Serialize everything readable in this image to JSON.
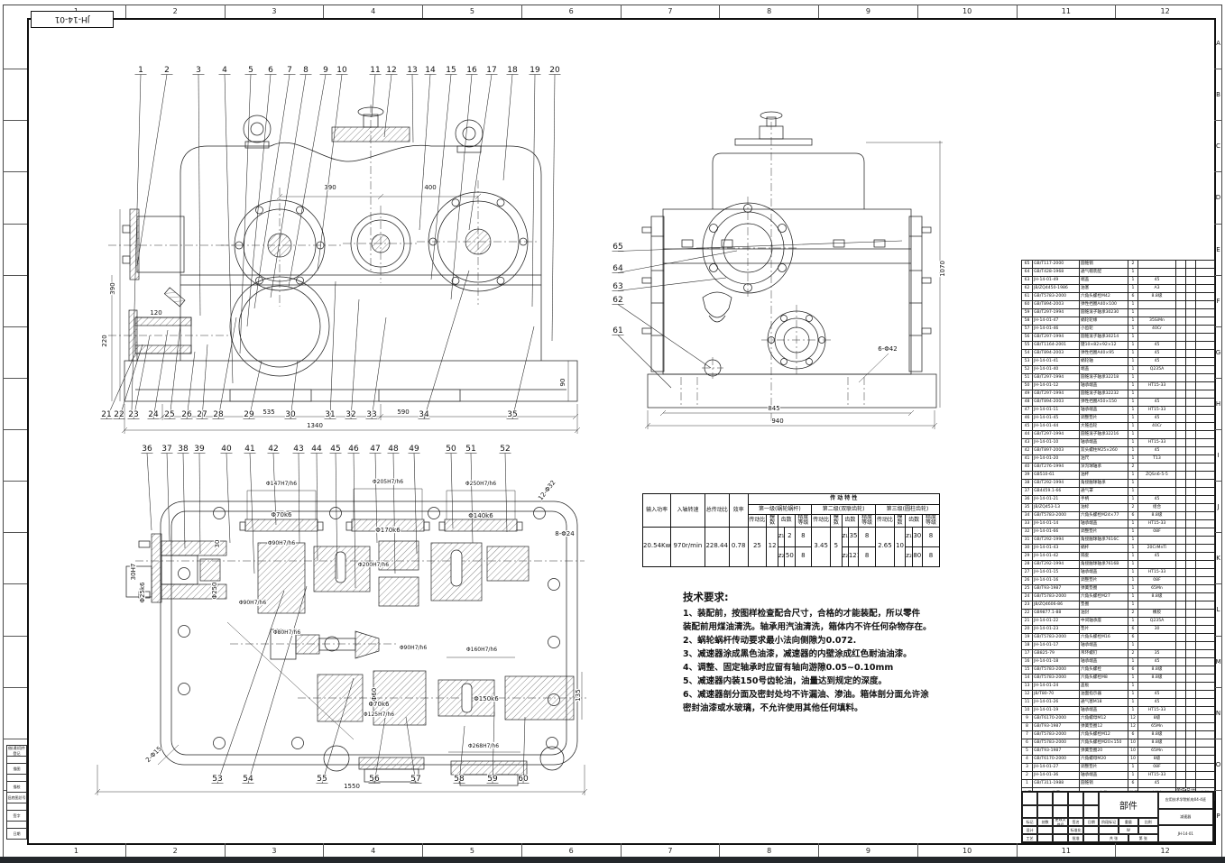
{
  "page": {
    "corner_label": "JH-14-01"
  },
  "border": {
    "columns": [
      "1",
      "2",
      "3",
      "4",
      "5",
      "6",
      "7",
      "8",
      "9",
      "10",
      "11",
      "12"
    ],
    "rows": [
      "A",
      "B",
      "C",
      "D",
      "E",
      "F",
      "G",
      "H",
      "I",
      "J",
      "K",
      "L",
      "M",
      "N",
      "O",
      "P"
    ]
  },
  "margin_blocks": [
    "借(通)用件登记",
    "描图",
    "描校",
    "旧底图总号",
    "签字",
    "日期"
  ],
  "callouts": {
    "front_top": [
      "1",
      "2",
      "3",
      "4",
      "5",
      "6",
      "7",
      "8",
      "9",
      "10",
      "11",
      "12",
      "13",
      "14",
      "15",
      "16",
      "17",
      "18",
      "19",
      "20"
    ],
    "front_bottom": [
      "21",
      "22",
      "23",
      "24",
      "25",
      "26",
      "27",
      "28",
      "29",
      "30",
      "31",
      "32",
      "33",
      "34",
      "35"
    ],
    "plan_top": [
      "36",
      "37",
      "38",
      "39",
      "40",
      "41",
      "42",
      "43",
      "44",
      "45",
      "46",
      "47",
      "48",
      "49",
      "50",
      "51",
      "52"
    ],
    "plan_bottom": [
      "53",
      "54",
      "55",
      "56",
      "57",
      "58",
      "59",
      "60"
    ],
    "side": [
      "61",
      "62",
      "63",
      "64",
      "65"
    ]
  },
  "dims": {
    "front": [
      "390",
      "400",
      "535",
      "590",
      "1340",
      "120",
      "390",
      "220",
      "90"
    ],
    "side": [
      "845",
      "940",
      "1070",
      "6-Φ42"
    ],
    "plan": [
      "Φ147H7/h6",
      "Φ205H7/h6",
      "Φ250H7/h6",
      "12-Φ32",
      "Φ70k6",
      "Φ140k6",
      "Φ170k6",
      "8-Φ24",
      "Φ90H7/h6",
      "Φ200H7/h6",
      "Φ90H7/h6",
      "Φ80H7/h6",
      "Φ90H7/h6",
      "Φ160H7/h6",
      "Φ150k6",
      "Φ125H7/h6",
      "Φ268H7/h6",
      "135",
      "2-Φ15",
      "1550",
      "30H7",
      "Φ25k6",
      "30",
      "Φ250",
      "Φ60",
      "Φ70k6"
    ]
  },
  "spec": {
    "title": "传 动 特 性",
    "main_headers": [
      "输入功率",
      "入轴转速",
      "总传动比",
      "效率"
    ],
    "main_values": [
      "20.54Kw",
      "970r/min",
      "228.44",
      "0.78"
    ],
    "col_headers": [
      "传动比",
      "模数",
      "齿数",
      "精度等级"
    ],
    "stages": [
      {
        "name": "第一级(蜗轮蜗杆)",
        "ratio": "25",
        "module": "12",
        "teeth": [
          {
            "z": "z₁",
            "n": "2",
            "grade": "8"
          },
          {
            "z": "z₂",
            "n": "50",
            "grade": "8"
          }
        ]
      },
      {
        "name": "第二级(双联齿轮)",
        "ratio": "3.45",
        "module": "5",
        "teeth": [
          {
            "z": "z₁",
            "n": "35",
            "grade": "8"
          },
          {
            "z": "z₂",
            "n": "121",
            "grade": "8"
          }
        ]
      },
      {
        "name": "第三级(圆柱齿轮)",
        "ratio": "2.65",
        "module": "10",
        "teeth": [
          {
            "z": "z₁",
            "n": "30",
            "grade": "8"
          },
          {
            "z": "z₂",
            "n": "80",
            "grade": "8"
          }
        ]
      }
    ]
  },
  "tech": {
    "title": "技术要求:",
    "lines": [
      "1、装配前，按图样检查配合尺寸，合格的才能装配，所以零件",
      "装配前用煤油清洗。轴承用汽油清洗，箱体内不许任何杂物存在。",
      "2、蜗轮蜗杆传动要求最小法向侧隙为0.072.",
      "3、减速器涂成黑色油漆，减速器的内壁涂成红色耐油油漆。",
      "4、调整、固定轴承时应留有轴向游隙0.05~0.10mm",
      "5、减速器内装150号齿轮油，油量达到规定的深度。",
      "6、减速器剖分面及密封处均不许漏油、渗油。箱体剖分面允许涂",
      "密封油漆或水玻璃，不允许使用其他任何填料。"
    ]
  },
  "bom": {
    "headers": [
      "序号",
      "代号",
      "名称",
      "数量",
      "材料",
      "备注"
    ],
    "weight_sub": [
      "单件",
      "总计"
    ],
    "weight_header": "重量",
    "rows": [
      [
        "65",
        "GB/T117-2000",
        "圆锥销",
        "2",
        ""
      ],
      [
        "64",
        "GB/T428-1968",
        "通气帽装配",
        "1",
        ""
      ],
      [
        "63",
        "JH-14-01-49",
        "端盖",
        "1",
        "45"
      ],
      [
        "62",
        "JB/ZQ4450-1986",
        "油塞",
        "1",
        "A3"
      ],
      [
        "61",
        "GB/T5783-2000",
        "六角头螺栓M42",
        "6",
        "8.8级"
      ],
      [
        "60",
        "GB/T894-2003",
        "弹性挡圈A40×100",
        "1",
        ""
      ],
      [
        "59",
        "GB/T297-1994",
        "圆锥滚子轴承30230",
        "1",
        ""
      ],
      [
        "58",
        "JH-14-01-47",
        "蜗轮轮缘",
        "1",
        "35SiMn"
      ],
      [
        "57",
        "JH-14-01-46",
        "小齿轮",
        "1",
        "40Cr"
      ],
      [
        "56",
        "GB/T297-1994",
        "圆锥滚子轴承30214",
        "1",
        ""
      ],
      [
        "55",
        "GB/T1164-2001",
        "键10×82×92×12",
        "1",
        "45"
      ],
      [
        "54",
        "GB/T894-2003",
        "弹性挡圈A40×95",
        "1",
        "45"
      ],
      [
        "53",
        "JH-14-01-41",
        "蜗轮轴",
        "1",
        "45"
      ],
      [
        "52",
        "JH-14-01-40",
        "端盖",
        "1",
        "Q235A"
      ],
      [
        "51",
        "GB/T297-1994",
        "圆锥滚子轴承32218",
        "1",
        ""
      ],
      [
        "50",
        "JH-14-01-12",
        "轴承端盖",
        "1",
        "HT15-33"
      ],
      [
        "49",
        "GB/T297-1994",
        "圆锥滚子轴承32232",
        "1",
        ""
      ],
      [
        "48",
        "GB/T894-2003",
        "弹性挡圈A50×150",
        "1",
        "45"
      ],
      [
        "47",
        "JH-14-01-11",
        "轴承端盖",
        "1",
        "HT15-33"
      ],
      [
        "46",
        "JH-14-01-45",
        "调整垫片",
        "1",
        "45"
      ],
      [
        "45",
        "JH-14-01-44",
        "大锥齿轮",
        "1",
        "40Cr"
      ],
      [
        "44",
        "GB/T297-1994",
        "圆锥滚子轴承32216",
        "1",
        ""
      ],
      [
        "43",
        "JH-14-01-10",
        "轴承端盖",
        "1",
        "HT15-33"
      ],
      [
        "42",
        "GB/T897-2003",
        "双头螺柱M25×260",
        "1",
        "45"
      ],
      [
        "41",
        "JH-14-01-20",
        "油尺",
        "1",
        "T13"
      ],
      [
        "40",
        "GB/T276-1994",
        "深沟球轴承",
        "2",
        ""
      ],
      [
        "39",
        "GB510-61",
        "油杯",
        "1",
        "ZQSn6-5-5"
      ],
      [
        "38",
        "GB/T292-1994",
        "角接触球轴承",
        "1",
        ""
      ],
      [
        "37",
        "GB4459.1-66",
        "通气罩",
        "1",
        ""
      ],
      [
        "36",
        "JH-14-01-21",
        "手柄",
        "1",
        "45"
      ],
      [
        "35",
        "JB/ZQ453-13",
        "油标",
        "2",
        "组合"
      ],
      [
        "34",
        "GB/T5783-2000",
        "六角头螺栓M24×77",
        "6",
        "8.8级"
      ],
      [
        "33",
        "JH-14-01-14",
        "轴承端盖",
        "1",
        "HT15-33"
      ],
      [
        "32",
        "JH-14-01-66",
        "调整垫片",
        "1",
        "08F"
      ],
      [
        "31",
        "GB/T292-1994",
        "角接触球轴承7616C",
        "1",
        ""
      ],
      [
        "30",
        "JH-14-01-43",
        "蜗杆",
        "1",
        "20CrMnTi"
      ],
      [
        "29",
        "JH-14-01-42",
        "隔套",
        "1",
        "45"
      ],
      [
        "28",
        "GB/T292-1994",
        "角接触球轴承7616B",
        "1",
        ""
      ],
      [
        "27",
        "JH-14-01-15",
        "轴承端盖",
        "1",
        "HT15-33"
      ],
      [
        "26",
        "JH-14-01-16",
        "调整垫片",
        "1",
        "08F"
      ],
      [
        "25",
        "GB/T93-1987",
        "弹簧垫圈",
        "1",
        "65Mn"
      ],
      [
        "24",
        "GB/T5783-2000",
        "六角头螺栓M27",
        "1",
        "8.8级"
      ],
      [
        "23",
        "JB/ZQ4606-86",
        "垫圈",
        "1",
        ""
      ],
      [
        "22",
        "GB9877.1-88",
        "油封",
        "2",
        "橡胶"
      ],
      [
        "21",
        "JH-14-01-22",
        "中间轴承座",
        "1",
        "Q235A"
      ],
      [
        "20",
        "JH-14-01-23",
        "垫片",
        "6",
        "30"
      ],
      [
        "19",
        "GB/T5783-2000",
        "六角头螺栓M16",
        "6",
        ""
      ],
      [
        "18",
        "JH-14-01-17",
        "轴承端盖",
        "1",
        ""
      ],
      [
        "17",
        "GB825-79",
        "吊环螺钉",
        "2",
        "35"
      ],
      [
        "16",
        "JH-14-01-18",
        "轴承端盖",
        "1",
        "45"
      ],
      [
        "15",
        "GB/T5783-2000",
        "六角头螺栓",
        "6",
        "8.8级"
      ],
      [
        "14",
        "GB/T5783-2000",
        "六角头螺栓M8",
        "1",
        "8.8级"
      ],
      [
        "13",
        "JH-14-01-24",
        "盖板",
        "1",
        ""
      ],
      [
        "12",
        "JB/T80-70",
        "油面指示器",
        "1",
        "45"
      ],
      [
        "11",
        "JH-14-01-26",
        "通气塞M18",
        "1",
        "45"
      ],
      [
        "10",
        "JH-14-01-19",
        "轴承端盖",
        "1",
        "HT15-33"
      ],
      [
        "9",
        "GB/T6170-2000",
        "六角螺母M12",
        "12",
        "8级"
      ],
      [
        "8",
        "GB/T93-1987",
        "弹簧垫圈12",
        "12",
        "65Mn"
      ],
      [
        "7",
        "GB/T5783-2000",
        "六角头螺栓M12",
        "6",
        "8.8级"
      ],
      [
        "6",
        "GB/T5783-2000",
        "六角头螺栓M20×150",
        "10",
        "8.8级"
      ],
      [
        "5",
        "GB/T93-1987",
        "弹簧垫圈20",
        "10",
        "65Mn"
      ],
      [
        "4",
        "GB/T6170-2000",
        "六角螺母M20",
        "10",
        "8级"
      ],
      [
        "3",
        "JH-14-01-27",
        "调整垫片",
        "1",
        "08F"
      ],
      [
        "2",
        "JH-14-01-36",
        "轴承端盖",
        "1",
        "HT15-33"
      ],
      [
        "1",
        "GB/T311-1988",
        "圆锥销",
        "6",
        "45"
      ]
    ]
  },
  "title_block": {
    "part_label": "部件",
    "org": "应用技术学院机电04-4班",
    "product": "减速器",
    "drawing_no": "JH-14-01",
    "rev_headers": [
      "标记",
      "处数",
      "更改文件号",
      "签名",
      "日期"
    ],
    "roles": [
      [
        "设计",
        "标准化"
      ],
      [
        "工艺",
        "批准"
      ]
    ],
    "stage_mark": "阶段标记",
    "weight": "重量",
    "scale": "比例",
    "weight_value": "W",
    "sheets": "共 张",
    "sheet_no": "第 张"
  }
}
